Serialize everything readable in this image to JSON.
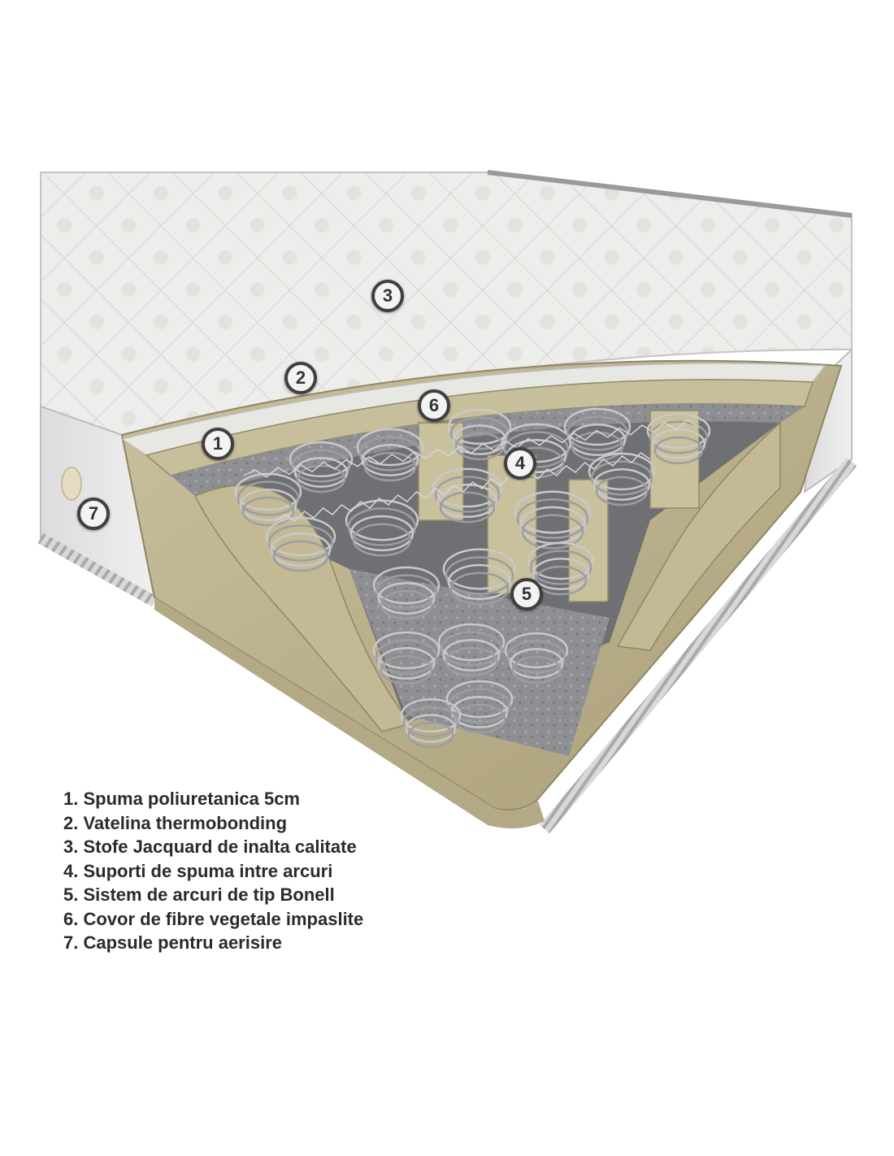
{
  "markers": [
    "1",
    "2",
    "3",
    "4",
    "5",
    "6",
    "7"
  ],
  "legend": [
    "1. Spuma poliuretanica 5cm",
    "2. Vatelina thermobonding",
    "3. Stofe Jacquard de inalta calitate",
    "4. Suporti de spuma intre arcuri",
    "5. Sistem de arcuri de tip Bonell",
    "6. Covor de fibre vegetale impaslite",
    "7. Capsule pentru aerisire"
  ],
  "colors": {
    "fabric": "#ededeb",
    "quilt_line": "#d4d4d0",
    "foam": "#bdb390",
    "foam_dark": "#a79c76",
    "felt": "#8e8f92",
    "spring": "#c9c9cb",
    "marker_border": "#3f3f3f",
    "legend_text": "#2b2b2b"
  }
}
